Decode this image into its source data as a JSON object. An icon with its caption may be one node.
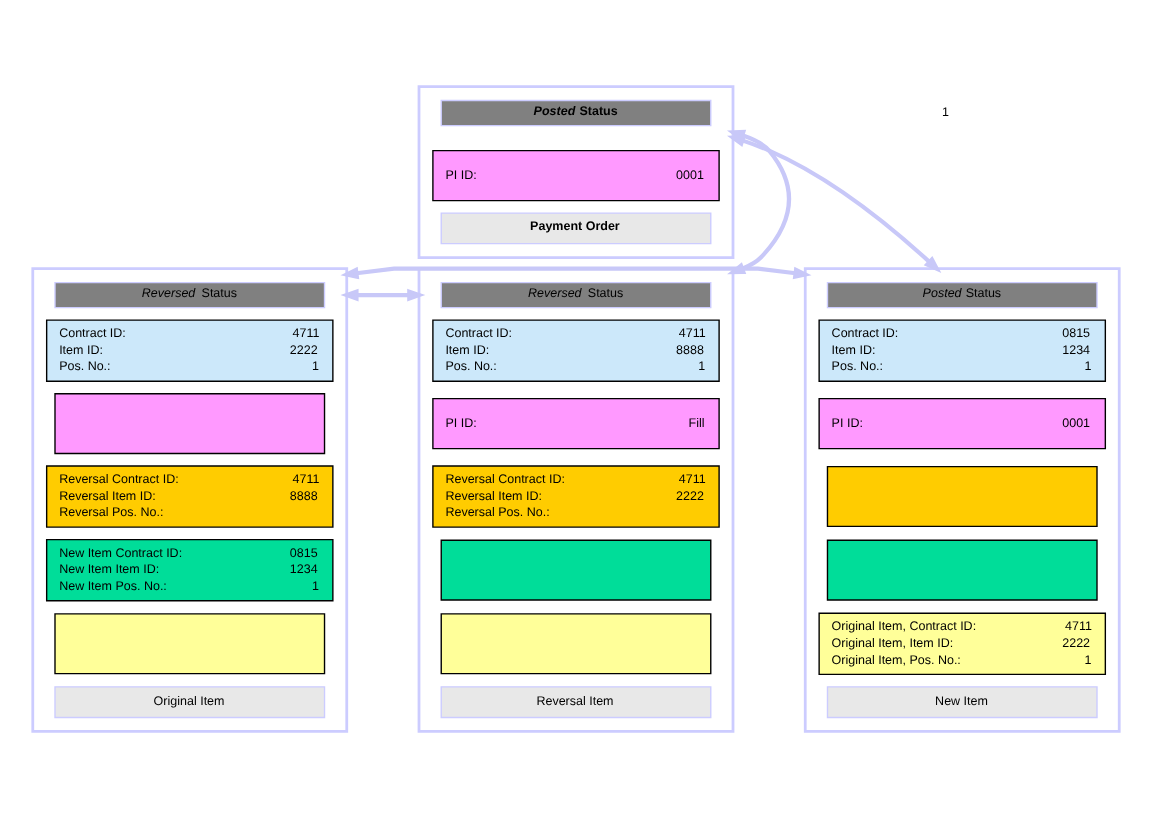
{
  "diagram": {
    "nodes": [
      {
        "text": [],
        "shape": "box"
      },
      {
        "text": [
          "*Posted* Status"
        ],
        "in": 0
      },
      {
        "text": [
          "PI ID:",
          "0001"
        ],
        "in": 0
      },
      {
        "text": [
          "Payment Order"
        ],
        "in": 0
      },
      {
        "text": [],
        "shape": "box"
      },
      {
        "text": [
          "*Reversed* Status"
        ],
        "in": 4
      },
      {
        "text": [
          "Contract ID:",
          "4711",
          "Item ID:",
          "2222",
          "Pos. No.:",
          "1"
        ],
        "in": 4
      },
      {
        "text": [],
        "shape": "box",
        "in": 4
      },
      {
        "text": [
          "Reversal Contract ID:",
          "4711",
          "Reversal Item ID:",
          "8888",
          "Reversal Pos. No.:"
        ],
        "in": 4
      },
      {
        "text": [
          "New Item Contract ID:",
          "0815",
          "New Item Item ID:",
          "1234",
          "New Item Pos. No.:",
          "1"
        ],
        "in": 4
      },
      {
        "text": [],
        "shape": "box",
        "in": 4
      },
      {
        "text": [
          "Original Item"
        ],
        "in": 4
      },
      {
        "text": [],
        "shape": "box"
      },
      {
        "text": [
          "*Reversed* Status"
        ],
        "in": 12
      },
      {
        "text": [
          "Contract ID:",
          "4711",
          "Item ID:",
          "8888",
          "Pos. No.:",
          "1"
        ],
        "in": 12
      },
      {
        "text": [
          "PI ID:",
          "Fill"
        ],
        "in": 12
      },
      {
        "text": [
          "Reversal Contract ID:",
          "4711",
          "Reversal Item ID:",
          "2222",
          "Reversal Pos. No.:"
        ],
        "in": 12
      },
      {
        "text": [],
        "shape": "box",
        "in": 12
      },
      {
        "text": [],
        "shape": "box",
        "in": 12
      },
      {
        "text": [
          "Reversal Item"
        ],
        "in": 12
      },
      {
        "text": [],
        "shape": "box"
      },
      {
        "text": [
          "*Posted* Status"
        ],
        "in": 20
      },
      {
        "text": [
          "Contract ID:",
          "0815",
          "Item ID:",
          "1234",
          "Pos. No.:",
          "1"
        ],
        "in": 20
      },
      {
        "text": [
          "PI ID:",
          "0001"
        ],
        "in": 20
      },
      {
        "text": [],
        "shape": "box",
        "in": 20
      },
      {
        "text": [],
        "shape": "box",
        "in": 20
      },
      {
        "text": [
          "Original Item, Contract ID:",
          "4711",
          "Original Item, Item ID:",
          "2222",
          "Original Item, Pos. No.:",
          "1"
        ],
        "in": 20
      },
      {
        "text": [
          "New Item"
        ],
        "in": 20
      }
    ],
    "edges": [
      {
        "from": 0,
        "to": 20,
        "arrow": "both"
      },
      {
        "from": 4,
        "to": 20,
        "arrow": "both"
      },
      {
        "from": 12,
        "to": 0,
        "arrow": "both"
      },
      {
        "from": 4,
        "to": 12,
        "arrow": "both"
      }
    ],
    "labels": [
      "1"
    ]
  }
}
